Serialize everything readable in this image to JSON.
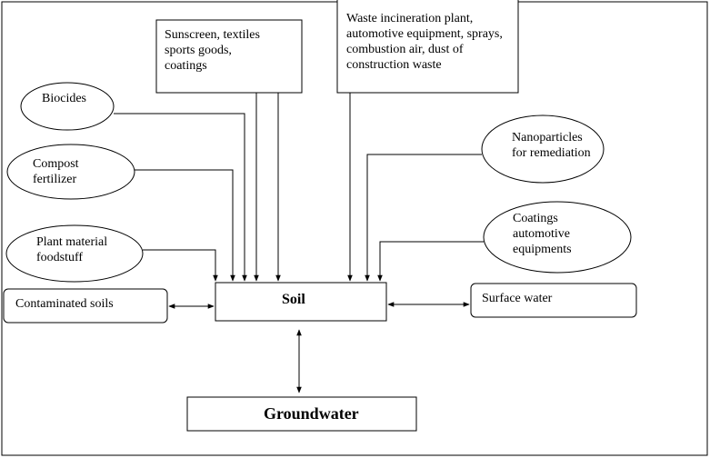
{
  "diagram": {
    "nodes": {
      "sunscreen": "Sunscreen, textiles\nsports goods,\ncoatings",
      "waste": "Waste incineration plant,\nautomotive equipment, sprays,\ncombustion air, dust of\nconstruction waste",
      "biocides": "Biocides",
      "compost": "Compost\nfertilizer",
      "plant": "Plant material\nfoodstuff",
      "nano": "Nanoparticles\nfor remediation",
      "coatings": "Coatings\nautomotive\nequipments",
      "contaminated": "Contaminated soils",
      "soil": "Soil",
      "surface": "Surface water",
      "groundwater": "Groundwater"
    }
  }
}
